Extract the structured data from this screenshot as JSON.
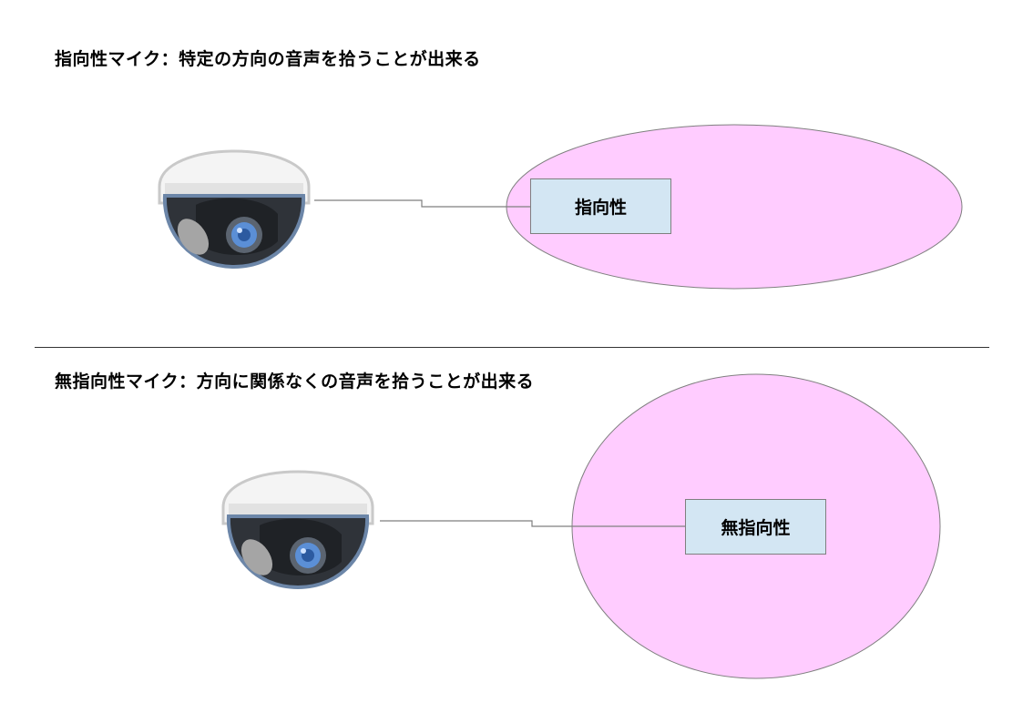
{
  "section_directional": {
    "heading": "指向性マイク：特定の方向の音声を拾うことが出来る",
    "label": "指向性"
  },
  "section_omni": {
    "heading": "無指向性マイク：方向に関係なくの音声を拾うことが出来る",
    "label": "無指向性"
  },
  "colors": {
    "pickup_area_fill": "#ffccff",
    "pickup_area_stroke": "#7f7f7f",
    "label_box_fill": "#d3e6f3",
    "camera_housing": "#f0f0f0",
    "camera_dome": "#2f3339",
    "camera_lens": "#5b8fd6"
  },
  "icons": {
    "camera": "dome-camera-icon"
  }
}
